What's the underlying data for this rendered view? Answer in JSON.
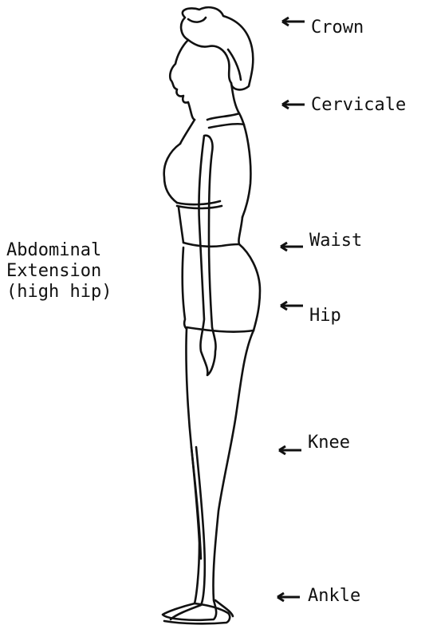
{
  "figure": {
    "side_label": {
      "line1": "Abdominal",
      "line2": "Extension",
      "line3": "(high hip)"
    },
    "landmarks": [
      {
        "label": "Crown"
      },
      {
        "label": "Cervicale"
      },
      {
        "label": "Waist"
      },
      {
        "label": "Hip"
      },
      {
        "label": "Knee"
      },
      {
        "label": "Ankle"
      }
    ]
  }
}
